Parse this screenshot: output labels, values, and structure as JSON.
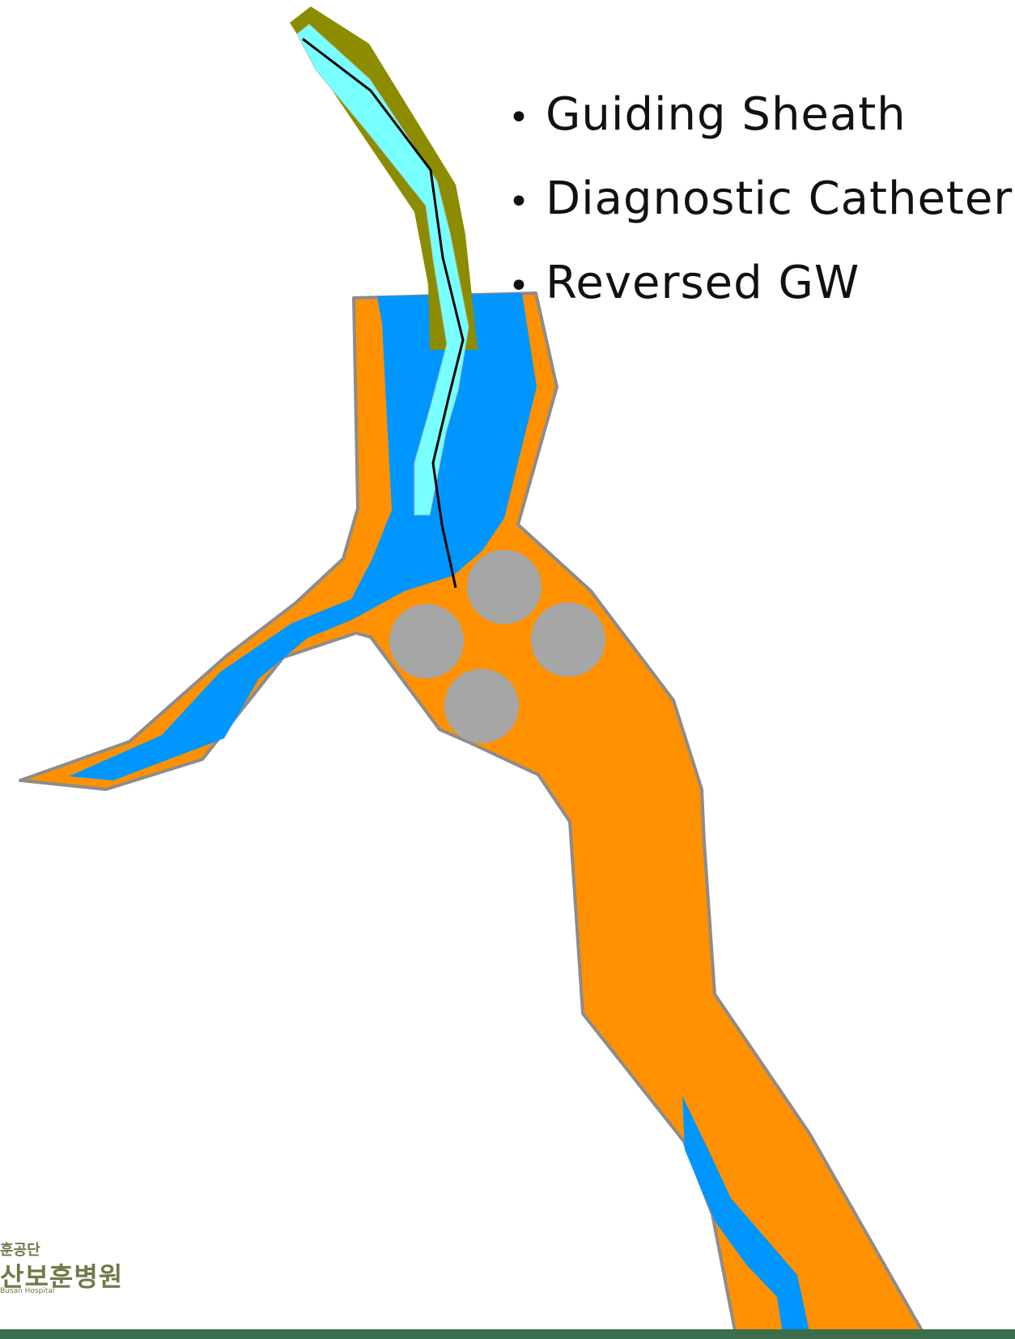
{
  "legend": {
    "items": [
      {
        "label": "Guiding Sheath"
      },
      {
        "label": "Diagnostic Catheter"
      },
      {
        "label": "Reversed GW"
      }
    ],
    "bullet": "•"
  },
  "logo": {
    "line1": "훈공단",
    "line2": "산보훈병원",
    "line3": "Busan Hospital"
  },
  "colors": {
    "vessel_wall": "#ff9100",
    "vessel_outline": "#8c8c8c",
    "blood_flow": "#0096ff",
    "guiding_sheath": "#8c8c00",
    "diagnostic_catheter": "#78ffff",
    "guidewire": "#000000",
    "thrombus": "#a6a6a6",
    "footer": "#3c6e4c",
    "logo": "#6e7a4a"
  }
}
